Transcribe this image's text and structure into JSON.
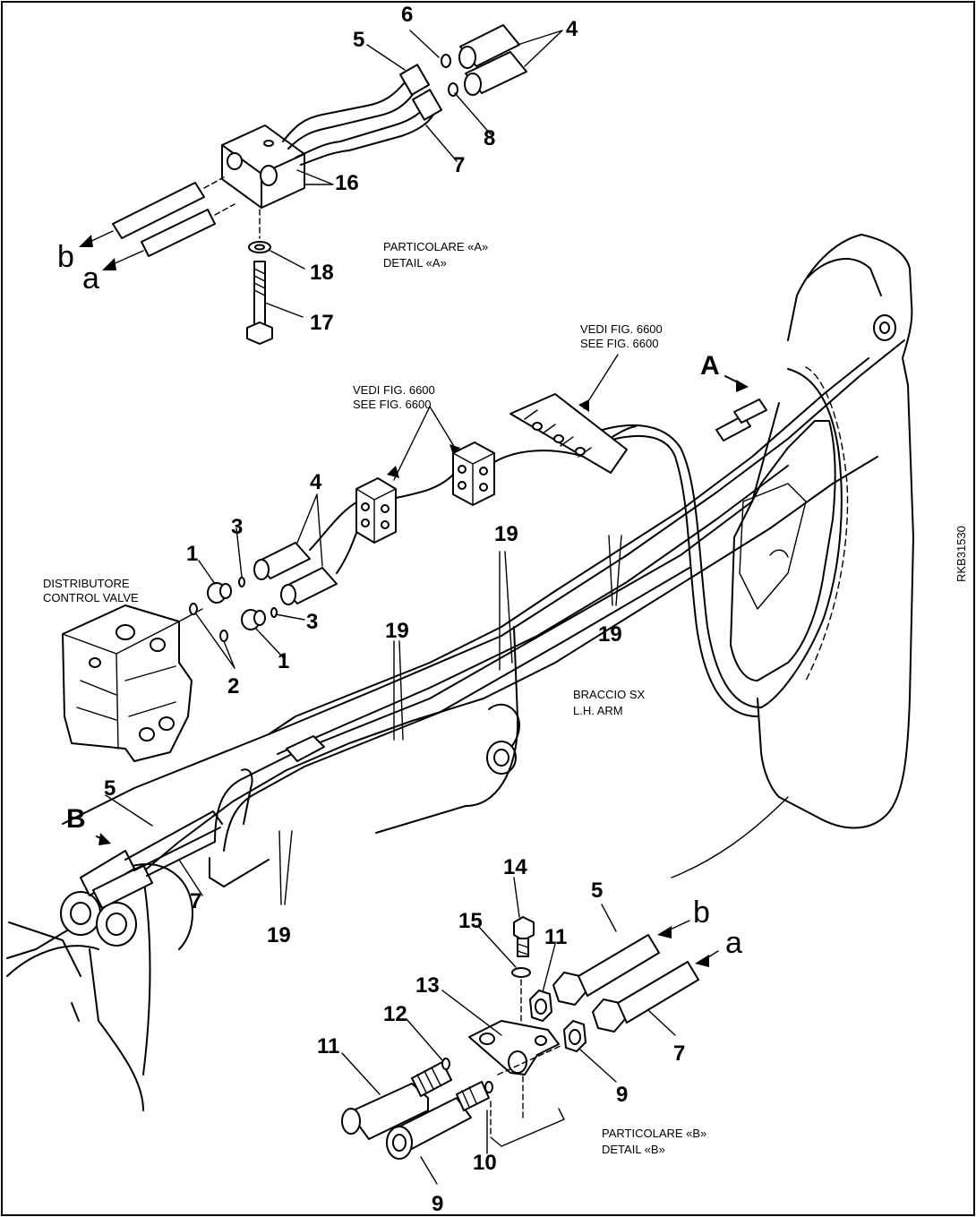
{
  "labels": {
    "detail_a_it": "PARTICOLARE «A»",
    "detail_a_en": "DETAIL «A»",
    "detail_b_it": "PARTICOLARE «B»",
    "detail_b_en": "DETAIL «B»",
    "see_fig_upper_it": "VEDI FIG. 6600",
    "see_fig_upper_en": "SEE FIG. 6600",
    "see_fig_lower_it": "VEDI FIG. 6600",
    "see_fig_lower_en": "SEE FIG. 6600",
    "valve_it": "DISTRIBUTORE",
    "valve_en": "CONTROL VALVE",
    "arm_it": "BRACCIO SX",
    "arm_en": "L.H. ARM",
    "drawing_code": "RKB31530",
    "view_a": "A",
    "view_b": "B"
  },
  "callouts": {
    "c4_top": "4",
    "c5_top": "5",
    "c6_top": "6",
    "c8_top": "8",
    "c7_top": "7",
    "c16_top": "16",
    "c18_top": "18",
    "c17_top": "17",
    "b_top": "b",
    "a_top": "a",
    "c4_mid": "4",
    "c3_upper": "3",
    "c1_upper": "1",
    "c3_lower": "3",
    "c1_lower": "1",
    "c2": "2",
    "c19_left": "19",
    "c19_mid": "19",
    "c19_right": "19",
    "c19_bottom": "19",
    "c5_left": "5",
    "c7_left": "7",
    "c14": "14",
    "c15": "15",
    "c11_upper": "11",
    "c13": "13",
    "c12": "12",
    "c11_lower": "11",
    "c5_bottom": "5",
    "b_bottom": "b",
    "a_bottom": "a",
    "c7_bottom": "7",
    "c9_right": "9",
    "c9_bottom": "9",
    "c10": "10"
  }
}
